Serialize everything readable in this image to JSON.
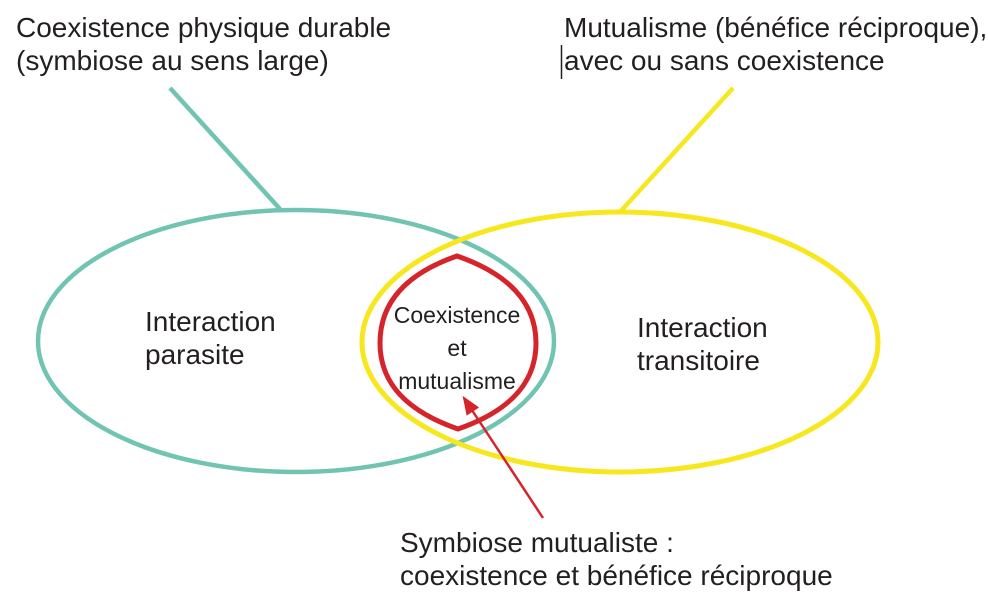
{
  "diagram": {
    "annotations": {
      "top_left": {
        "line1": "Coexistence physique durable",
        "line2": "(symbiose au sens large)"
      },
      "top_right": {
        "line1": "Mutualisme (bénéfice réciproque),",
        "line2": "avec ou sans coexistence"
      },
      "bottom": {
        "line1": "Symbiose mutualiste :",
        "line2": "coexistence et bénéfice réciproque"
      }
    },
    "sets": {
      "left_ellipse": {
        "line1": "Interaction",
        "line2": "parasite"
      },
      "right_ellipse": {
        "line1": "Interaction",
        "line2": "transitoire"
      },
      "intersection": {
        "line1": "Coexistence",
        "line2": "et",
        "line3": "mutualisme"
      }
    },
    "colors": {
      "teal": "#71c4b1",
      "yellow": "#f7e71e",
      "red": "#d5252b",
      "text": "#231f20",
      "background": "#ffffff"
    }
  }
}
